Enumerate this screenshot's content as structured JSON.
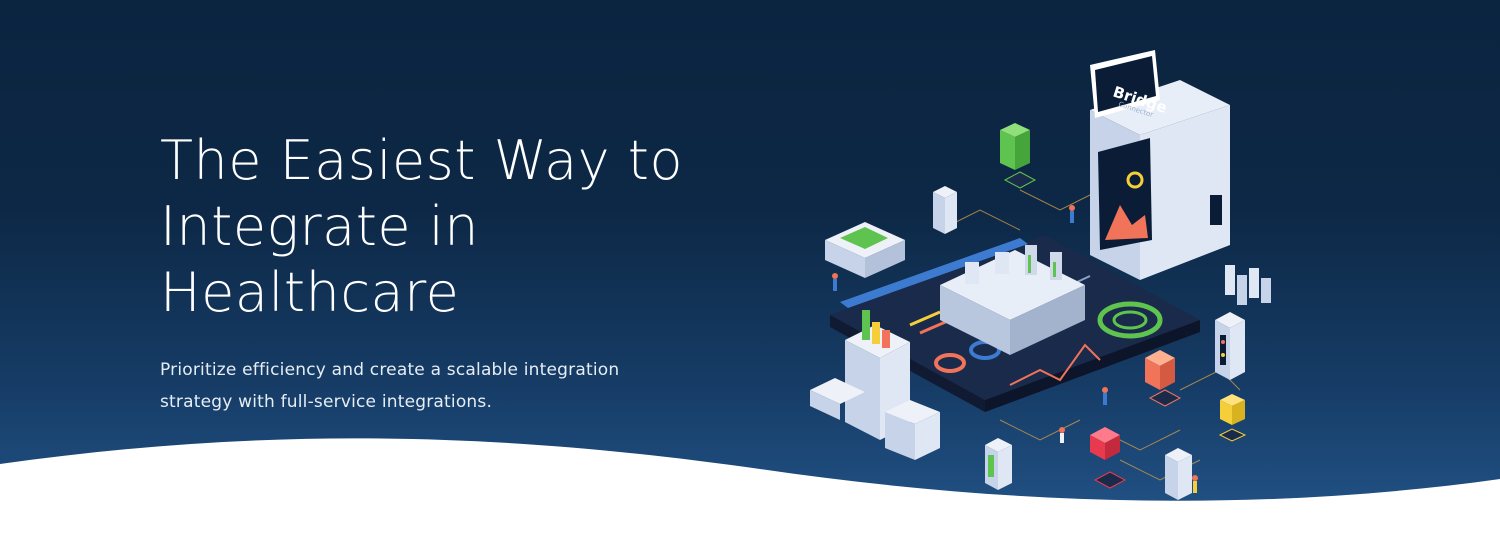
{
  "hero": {
    "headline_lines": [
      "The Easiest Way to",
      "Integrate in",
      "Healthcare"
    ],
    "subhead_lines": [
      "Prioritize efficiency and create a scalable integration",
      "strategy with full-service integrations."
    ]
  },
  "illustration": {
    "logo_text": "Bridge",
    "logo_subtext": "Connector"
  },
  "colors": {
    "bg_top": "#0b2440",
    "bg_bottom": "#24578d",
    "accent_green": "#5fc44f",
    "accent_coral": "#f0735a",
    "accent_yellow": "#f5cf3a",
    "accent_red": "#e83a4f",
    "platform": "#1a2a4a"
  }
}
